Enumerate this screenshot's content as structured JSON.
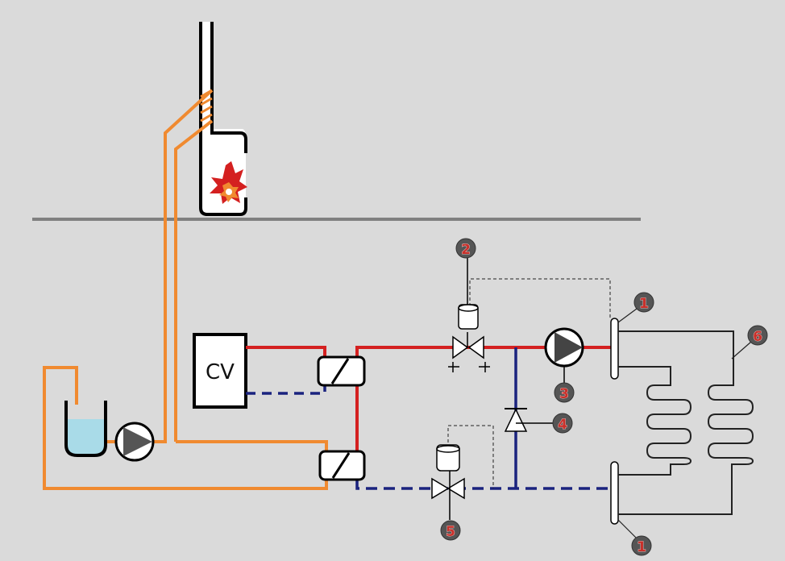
{
  "diagram": {
    "boiler_label": "CV",
    "callouts": {
      "distributor_top": "1",
      "distributor_bottom": "1",
      "control_valve_supply": "2",
      "circulation_pump": "3",
      "check_valve": "4",
      "control_valve_return": "5",
      "heating_coil": "6"
    },
    "colors": {
      "background": "#dadada",
      "hot_supply": "#d42020",
      "cold_return": "#1a237e",
      "heat_recovery_loop": "#f08a30",
      "water": "#a9dbe8",
      "divider": "#808080",
      "callout_circle": "#555555",
      "flame_outer": "#d42020",
      "flame_inner": "#f08a30"
    }
  }
}
